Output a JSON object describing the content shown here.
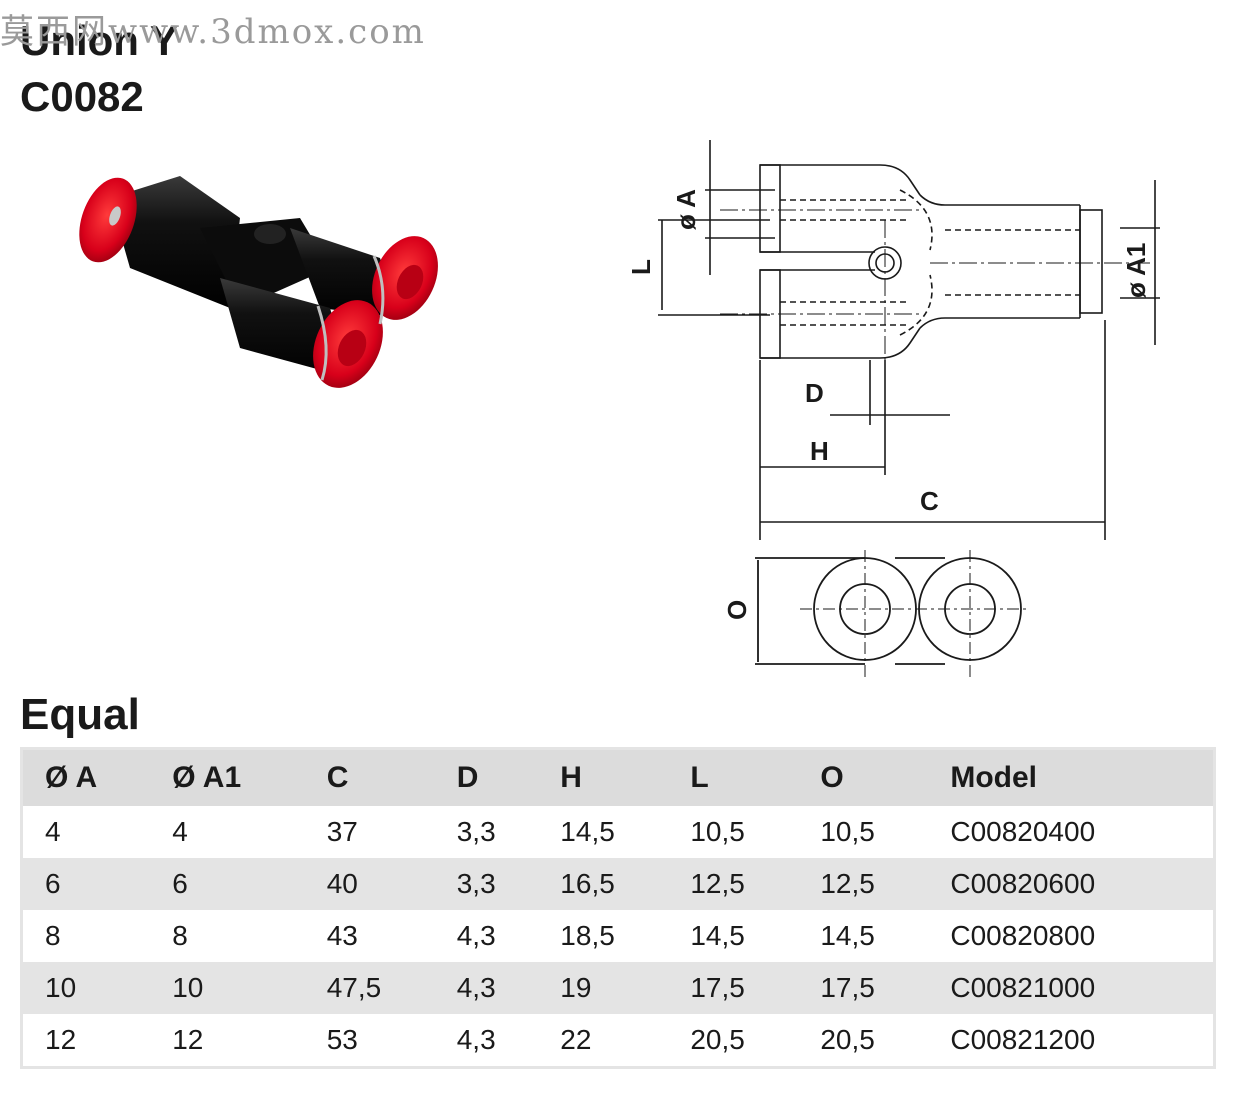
{
  "watermark": "莫西网www.3dmox.com",
  "product": {
    "name": "Union Y",
    "code": "C0082"
  },
  "drawing_labels": {
    "diameter_a": "ø A",
    "diameter_a1": "ø A1",
    "l": "L",
    "d": "D",
    "h": "H",
    "c": "C",
    "o": "O"
  },
  "colors": {
    "cap_red": "#e3001b",
    "body_black": "#141414",
    "header_gray": "#dcdcdc",
    "row_gray": "#e4e4e4"
  },
  "section_title": "Equal",
  "table": {
    "headers": [
      "Ø A",
      "Ø A1",
      "C",
      "D",
      "H",
      "L",
      "O",
      "Model"
    ],
    "rows": [
      [
        "4",
        "4",
        "37",
        "3,3",
        "14,5",
        "10,5",
        "10,5",
        "C00820400"
      ],
      [
        "6",
        "6",
        "40",
        "3,3",
        "16,5",
        "12,5",
        "12,5",
        "C00820600"
      ],
      [
        "8",
        "8",
        "43",
        "4,3",
        "18,5",
        "14,5",
        "14,5",
        "C00820800"
      ],
      [
        "10",
        "10",
        "47,5",
        "4,3",
        "19",
        "17,5",
        "17,5",
        "C00821000"
      ],
      [
        "12",
        "12",
        "53",
        "4,3",
        "22",
        "20,5",
        "20,5",
        "C00821200"
      ]
    ]
  }
}
